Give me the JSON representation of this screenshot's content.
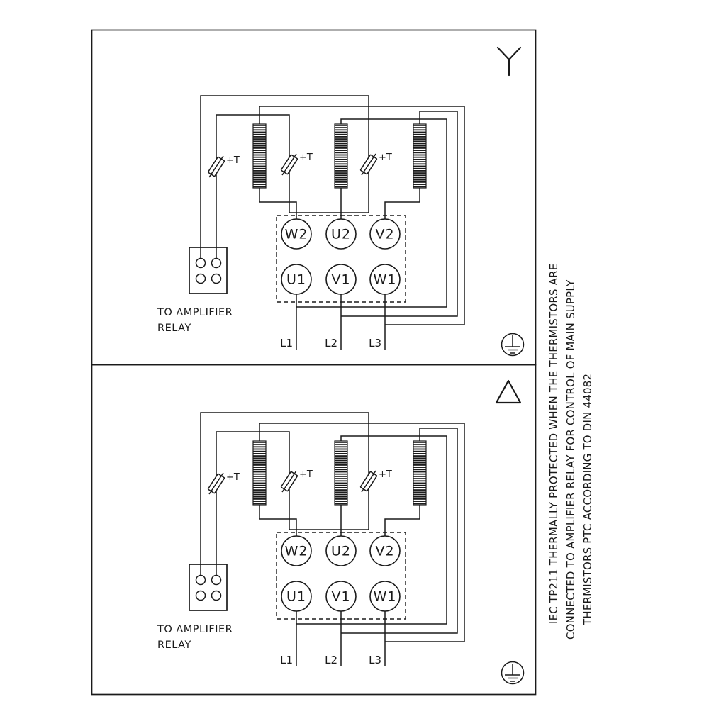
{
  "panels": [
    {
      "id": "star",
      "connection_symbol": "star",
      "thermistor_label": "+T",
      "terminals": {
        "top": [
          "W2",
          "U2",
          "V2"
        ],
        "bottom": [
          "U1",
          "V1",
          "W1"
        ]
      },
      "supply_labels": [
        "L1",
        "L2",
        "L3"
      ],
      "relay_caption": [
        "TO AMPLIFIER",
        "RELAY"
      ]
    },
    {
      "id": "delta",
      "connection_symbol": "delta",
      "thermistor_label": "+T",
      "terminals": {
        "top": [
          "W2",
          "U2",
          "V2"
        ],
        "bottom": [
          "U1",
          "V1",
          "W1"
        ]
      },
      "supply_labels": [
        "L1",
        "L2",
        "L3"
      ],
      "relay_caption": [
        "TO AMPLIFIER",
        "RELAY"
      ]
    }
  ],
  "side_note": {
    "lines": [
      "IEC TP211 THERMALLY PROTECTED WHEN THE THERMISTORS ARE",
      "CONNECTED TO AMPLIFIER RELAY FOR CONTROL OF MAIN SUPPLY",
      "THERMISTORS PTC ACCORDING TO DIN 44082"
    ]
  },
  "icons": {
    "star": "star-connection-icon",
    "delta": "delta-connection-icon",
    "ground": "earth-ground-icon"
  },
  "colors": {
    "ink": "#1a1a1a",
    "background": "#ffffff"
  }
}
